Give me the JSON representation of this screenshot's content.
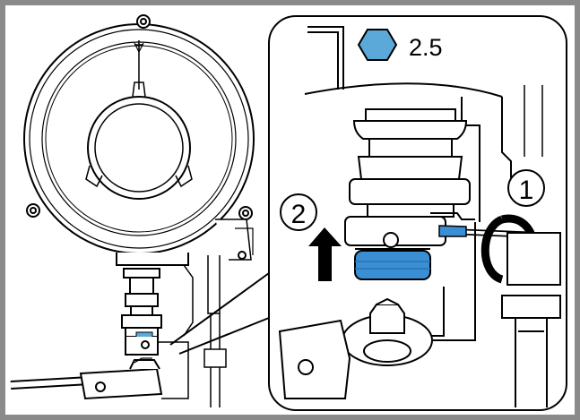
{
  "tool_size": "2.5",
  "step_1": "1",
  "step_2": "2",
  "colors": {
    "outer_border": "#8a8a8a",
    "hex_tool_fill": "#5aa9d9",
    "highlight_ring": "#3a8fd4",
    "allen_key_tip": "#3a8fd4",
    "line": "#000000",
    "background": "#ffffff"
  }
}
